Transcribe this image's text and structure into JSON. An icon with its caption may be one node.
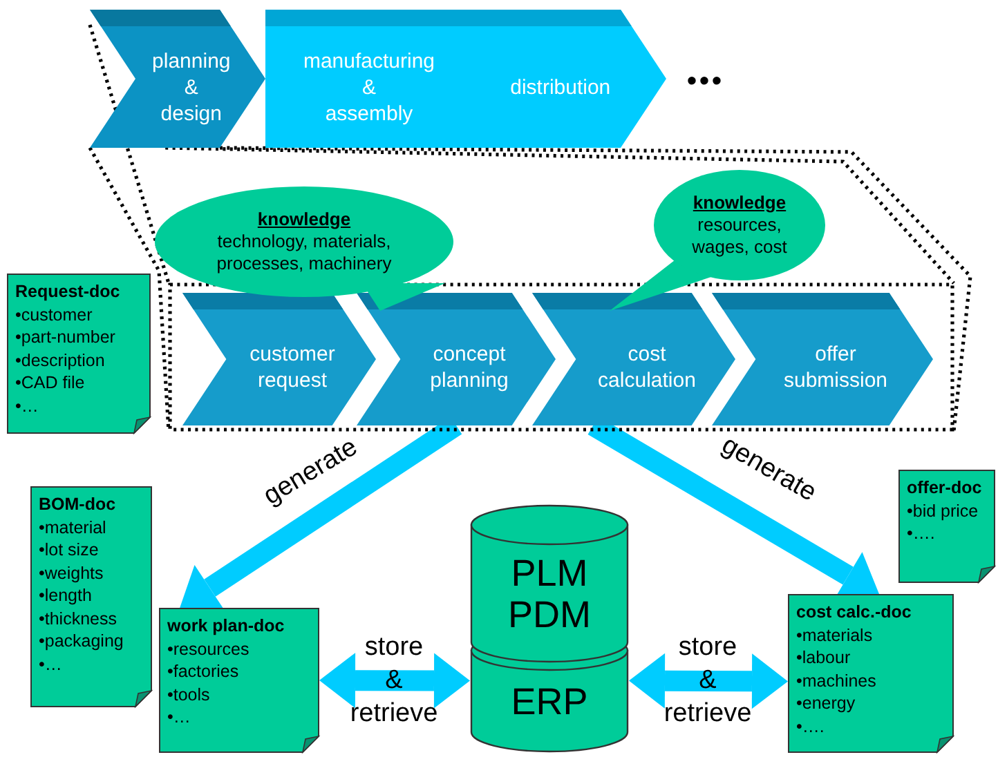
{
  "diagram": {
    "nodes": [
      {
        "text": [
          "planning & design"
        ]
      },
      {
        "text": [
          "manufacturing & assembly"
        ]
      },
      {
        "text": [
          "distribution"
        ]
      },
      {
        "text": [],
        "shape": "box"
      },
      {
        "text": [
          "customer request"
        ],
        "in": 3
      },
      {
        "text": [
          "concept planning"
        ],
        "in": 3
      },
      {
        "text": [
          "cost calculation"
        ],
        "in": 3
      },
      {
        "text": [
          "offer submission"
        ],
        "in": 3
      },
      {
        "text": [
          "knowledge",
          "technology, materials, processes, machinery"
        ]
      },
      {
        "text": [
          "knowledge",
          "resources, wages, cost"
        ]
      },
      {
        "text": [
          "Request-doc",
          "•customer",
          "•part-number",
          "•description",
          "•CAD file",
          "•…"
        ]
      },
      {
        "text": [
          "BOM-doc",
          "•material",
          "•lot size",
          "•weights",
          "•length",
          "•thickness",
          "•packaging",
          "•…"
        ]
      },
      {
        "text": [
          "work plan-doc",
          "•resources",
          "•factories",
          "•tools",
          "•…"
        ]
      },
      {
        "text": [
          "PLM PDM",
          "ERP"
        ]
      },
      {
        "text": [
          "cost calc.-doc",
          "•materials",
          "•labour",
          "•machines",
          "•energy",
          "•…."
        ]
      },
      {
        "text": [
          "offer-doc",
          "•bid price",
          "•…."
        ]
      }
    ],
    "edges": [
      {
        "from": 0,
        "to": 3,
        "arrow": "none",
        "style": "dashed"
      },
      {
        "from": 0,
        "to": 3,
        "arrow": "none",
        "style": "dashed"
      },
      {
        "from": 0,
        "to": 3,
        "arrow": "none",
        "style": "dashed"
      },
      {
        "from": 0,
        "to": 3,
        "arrow": "none",
        "style": "dashed"
      },
      {
        "from": 5,
        "to": 12,
        "arrow": "to",
        "label": "generate",
        "style": "thick",
        "color": "#00ccff"
      },
      {
        "from": 6,
        "to": 14,
        "arrow": "to",
        "label": "generate",
        "style": "thick",
        "color": "#00ccff"
      },
      {
        "from": 12,
        "to": 13,
        "arrow": "both",
        "label": "store & retrieve",
        "style": "thick",
        "color": "#00ccff"
      },
      {
        "from": 13,
        "to": 14,
        "arrow": "both",
        "label": "store & retrieve",
        "style": "thick",
        "color": "#00ccff"
      }
    ],
    "labels": [
      "•••"
    ]
  }
}
